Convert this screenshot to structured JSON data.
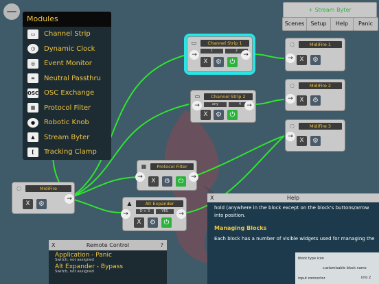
{
  "menu_button": {
    "icon": "hamburger-icon"
  },
  "modules": {
    "title": "Modules",
    "items": [
      {
        "label": "Channel Strip",
        "icon": "tv-icon"
      },
      {
        "label": "Dynamic Clock",
        "icon": "clock-icon"
      },
      {
        "label": "Event Monitor",
        "icon": "monitor-icon"
      },
      {
        "label": "Neutral Passthru",
        "icon": "passthru-icon"
      },
      {
        "label": "OSC Exchange",
        "icon": "osc-icon"
      },
      {
        "label": "Protocol Filter",
        "icon": "grid-icon"
      },
      {
        "label": "Robotic Knob",
        "icon": "knob-icon"
      },
      {
        "label": "Stream Byter",
        "icon": "stream-icon"
      },
      {
        "label": "Tracking Clamp",
        "icon": "clamp-icon"
      }
    ]
  },
  "toolbar": {
    "stream_byter": "+ Stream Byter",
    "scenes": "Scenes",
    "setup": "Setup",
    "help": "Help",
    "panic": "Panic"
  },
  "blocks": {
    "channel_strip_1": {
      "title": "Channel Strip 1",
      "param1": "1",
      "param2": "2"
    },
    "channel_strip_2": {
      "title": "Channel Strip 2",
      "param1": "any",
      "param2": "4"
    },
    "midifire_1": {
      "title": "MidiFire 1"
    },
    "midifire_2": {
      "title": "MidiFire 2"
    },
    "midifire_3": {
      "title": "MidiFire 3"
    },
    "midifire_in": {
      "title": "MidiFire"
    },
    "protocol_filter": {
      "title": "Protocol Filter"
    },
    "alt_expander": {
      "title": "Alt Expander",
      "param1": "D > 3",
      "param2": "YES"
    }
  },
  "help": {
    "title": "Help",
    "line1": "hold (anywhere in the block except on the block's buttons/arrow",
    "line2": "into position.",
    "heading": "Managing Blocks",
    "line3": "Each block has a number of visible widgets used for managing the",
    "diagram": {
      "label1": "block type icon",
      "label2": "customisable block name",
      "label3": "input connector",
      "label4": "info 2"
    }
  },
  "remote": {
    "title": "Remote Control",
    "items": [
      {
        "label": "Application - Panic",
        "sub": "Switch, not assigned"
      },
      {
        "label": "Alt Expander - Bypass",
        "sub": "Switch, not assigned"
      }
    ]
  }
}
